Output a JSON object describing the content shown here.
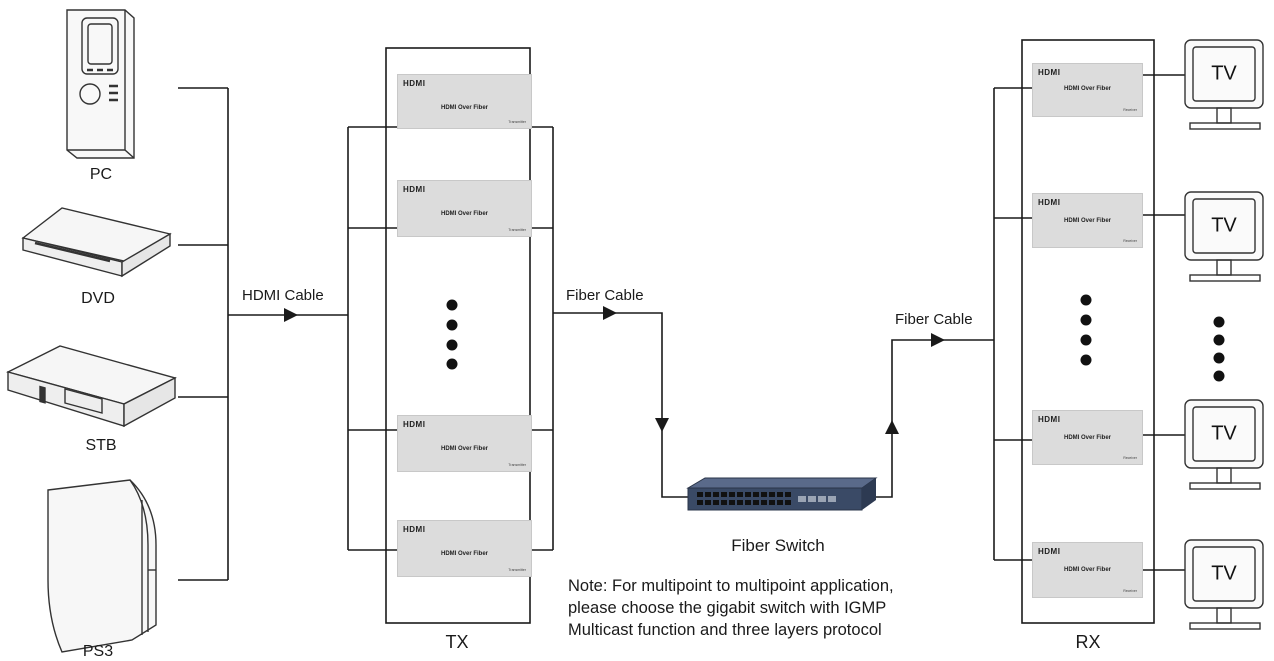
{
  "sources": [
    {
      "label": "PC",
      "icon": "pc-tower-icon"
    },
    {
      "label": "DVD",
      "icon": "dvd-player-icon"
    },
    {
      "label": "STB",
      "icon": "set-top-box-icon"
    },
    {
      "label": "PS3",
      "icon": "game-console-icon"
    }
  ],
  "cables": {
    "hdmi": "HDMI Cable",
    "fiber_left": "Fiber Cable",
    "fiber_right": "Fiber Cable"
  },
  "tx": {
    "label": "TX",
    "modules": [
      {
        "logo": "HDMI",
        "title": "HDMI Over Fiber",
        "sub": "Transmitter"
      },
      {
        "logo": "HDMI",
        "title": "HDMI Over Fiber",
        "sub": "Transmitter"
      },
      {
        "logo": "HDMI",
        "title": "HDMI Over Fiber",
        "sub": "Transmitter"
      },
      {
        "logo": "HDMI",
        "title": "HDMI Over Fiber",
        "sub": "Transmitter"
      }
    ]
  },
  "rx": {
    "label": "RX",
    "modules": [
      {
        "logo": "HDMI",
        "title": "HDMI Over Fiber",
        "sub": "Receiver"
      },
      {
        "logo": "HDMI",
        "title": "HDMI Over Fiber",
        "sub": "Receiver"
      },
      {
        "logo": "HDMI",
        "title": "HDMI Over Fiber",
        "sub": "Receiver"
      },
      {
        "logo": "HDMI",
        "title": "HDMI Over Fiber",
        "sub": "Receiver"
      }
    ]
  },
  "switch": {
    "label": "Fiber Switch",
    "icon": "network-switch-icon"
  },
  "tvs": [
    {
      "label": "TV"
    },
    {
      "label": "TV"
    },
    {
      "label": "TV"
    },
    {
      "label": "TV"
    }
  ],
  "note": {
    "lines": [
      "Note: For multipoint to multipoint application,",
      "please choose the gigabit switch with IGMP",
      "Multicast function and three layers protocol"
    ]
  },
  "colors": {
    "line": "#1a1a1a",
    "module": "#dcdcdc",
    "switch_body": "#3a4a66"
  }
}
